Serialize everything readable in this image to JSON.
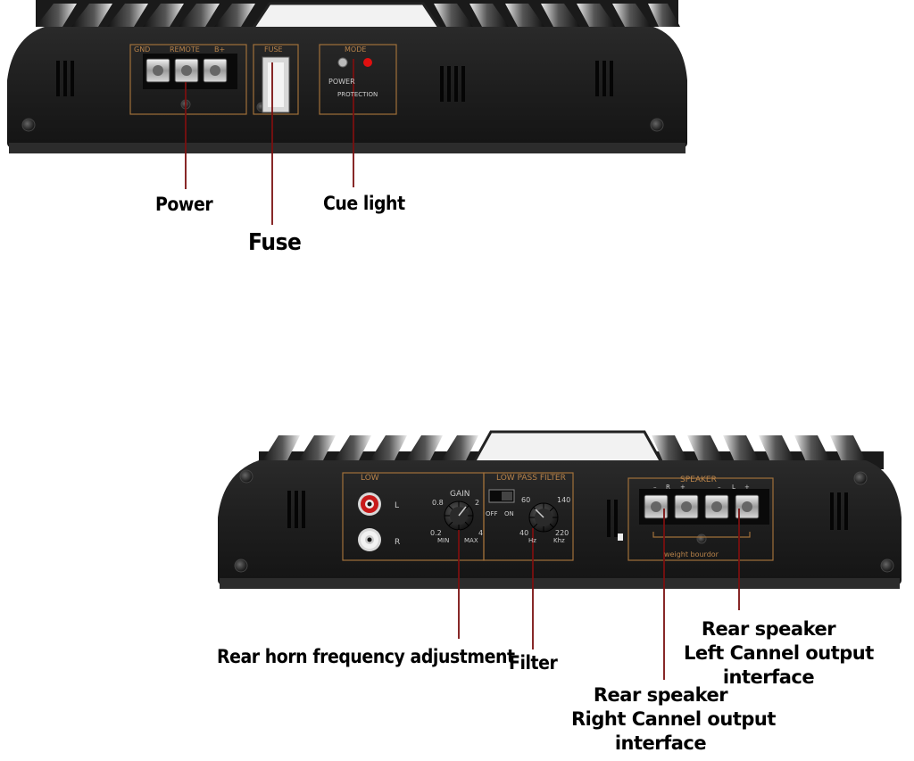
{
  "top_amp": {
    "panel_labels": {
      "gnd": "GND",
      "remote": "REMOTE",
      "bplus": "B+",
      "fuse": "FUSE",
      "mode": "MODE",
      "power": "POWER",
      "protection": "PROTECTION"
    },
    "callouts": {
      "power": "Power",
      "fuse": "Fuse",
      "cue_light": "Cue light"
    }
  },
  "bottom_amp": {
    "panel_labels": {
      "low": "LOW",
      "l": "L",
      "r": "R",
      "gain": "GAIN",
      "gain_08": "0.8",
      "gain_2": "2",
      "gain_02": "0.2",
      "gain_4": "4",
      "min": "MIN",
      "max": "MAX",
      "low_pass_filter": "LOW PASS FILTER",
      "off": "OFF",
      "on": "ON",
      "f60": "60",
      "f140": "140",
      "f40": "40",
      "f220": "220",
      "hz": "Hz",
      "khz": "Khz",
      "speaker": "SPEAKER",
      "sp_minus1": "–",
      "sp_r": "R",
      "sp_plus1": "+",
      "sp_minus2": "–",
      "sp_l": "L",
      "sp_plus2": "+",
      "weight_bourdor": "weight bourdor"
    },
    "callouts": {
      "rear_horn": "Rear horn frequency adjustment",
      "filter": "Filter",
      "rear_left_1": "Rear speaker",
      "rear_left_2": "Left Cannel output",
      "rear_left_3": "interface",
      "rear_right_1": "Rear speaker",
      "rear_right_2": "Right Cannel output",
      "rear_right_3": "interface"
    }
  },
  "colors": {
    "body": "#1c1c1c",
    "panel_line": "#a0703a",
    "panel_text": "#b8834a",
    "callout_line": "#7a1010",
    "led_red": "#e01010",
    "heatsink_light": "#e8e8e8"
  }
}
